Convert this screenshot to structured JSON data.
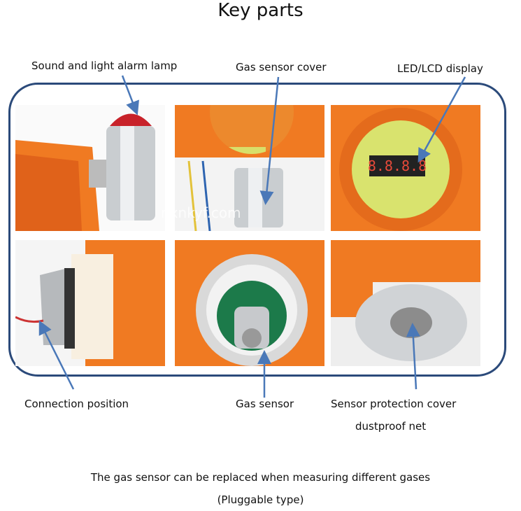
{
  "title": "Key parts",
  "labels": {
    "alarm_lamp": "Sound and light alarm lamp",
    "sensor_cover": "Gas sensor cover",
    "display": "LED/LCD display",
    "connection": "Connection position",
    "gas_sensor": "Gas sensor",
    "protection_cover": "Sensor protection cover",
    "dustproof": "dustproof net"
  },
  "watermark": "nxnkyf.com",
  "display_readout": "8.8.8.8",
  "footer": {
    "line1": "The gas sensor can be replaced when measuring different gases",
    "line2": "(Pluggable type)"
  },
  "colors": {
    "orange": "#f07a22",
    "arrow": "#4a78b8",
    "frame": "#2b4a7a"
  }
}
